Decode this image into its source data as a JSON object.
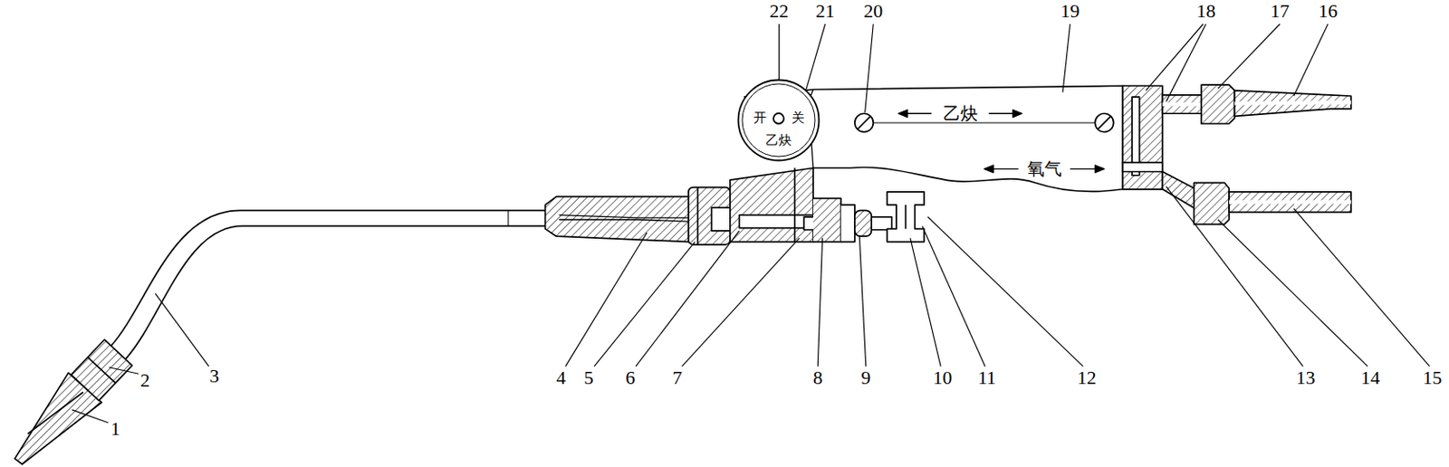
{
  "diagram": {
    "nodes": [
      {
        "text": [
          "开",
          "关",
          "乙炔"
        ]
      }
    ],
    "labels": [
      "22",
      "21",
      "20",
      "19",
      "18",
      "17",
      "16",
      "乙炔",
      "氧气",
      "1",
      "2",
      "3",
      "4",
      "5",
      "6",
      "7",
      "8",
      "9",
      "10",
      "11",
      "12",
      "13",
      "14",
      "15"
    ]
  }
}
